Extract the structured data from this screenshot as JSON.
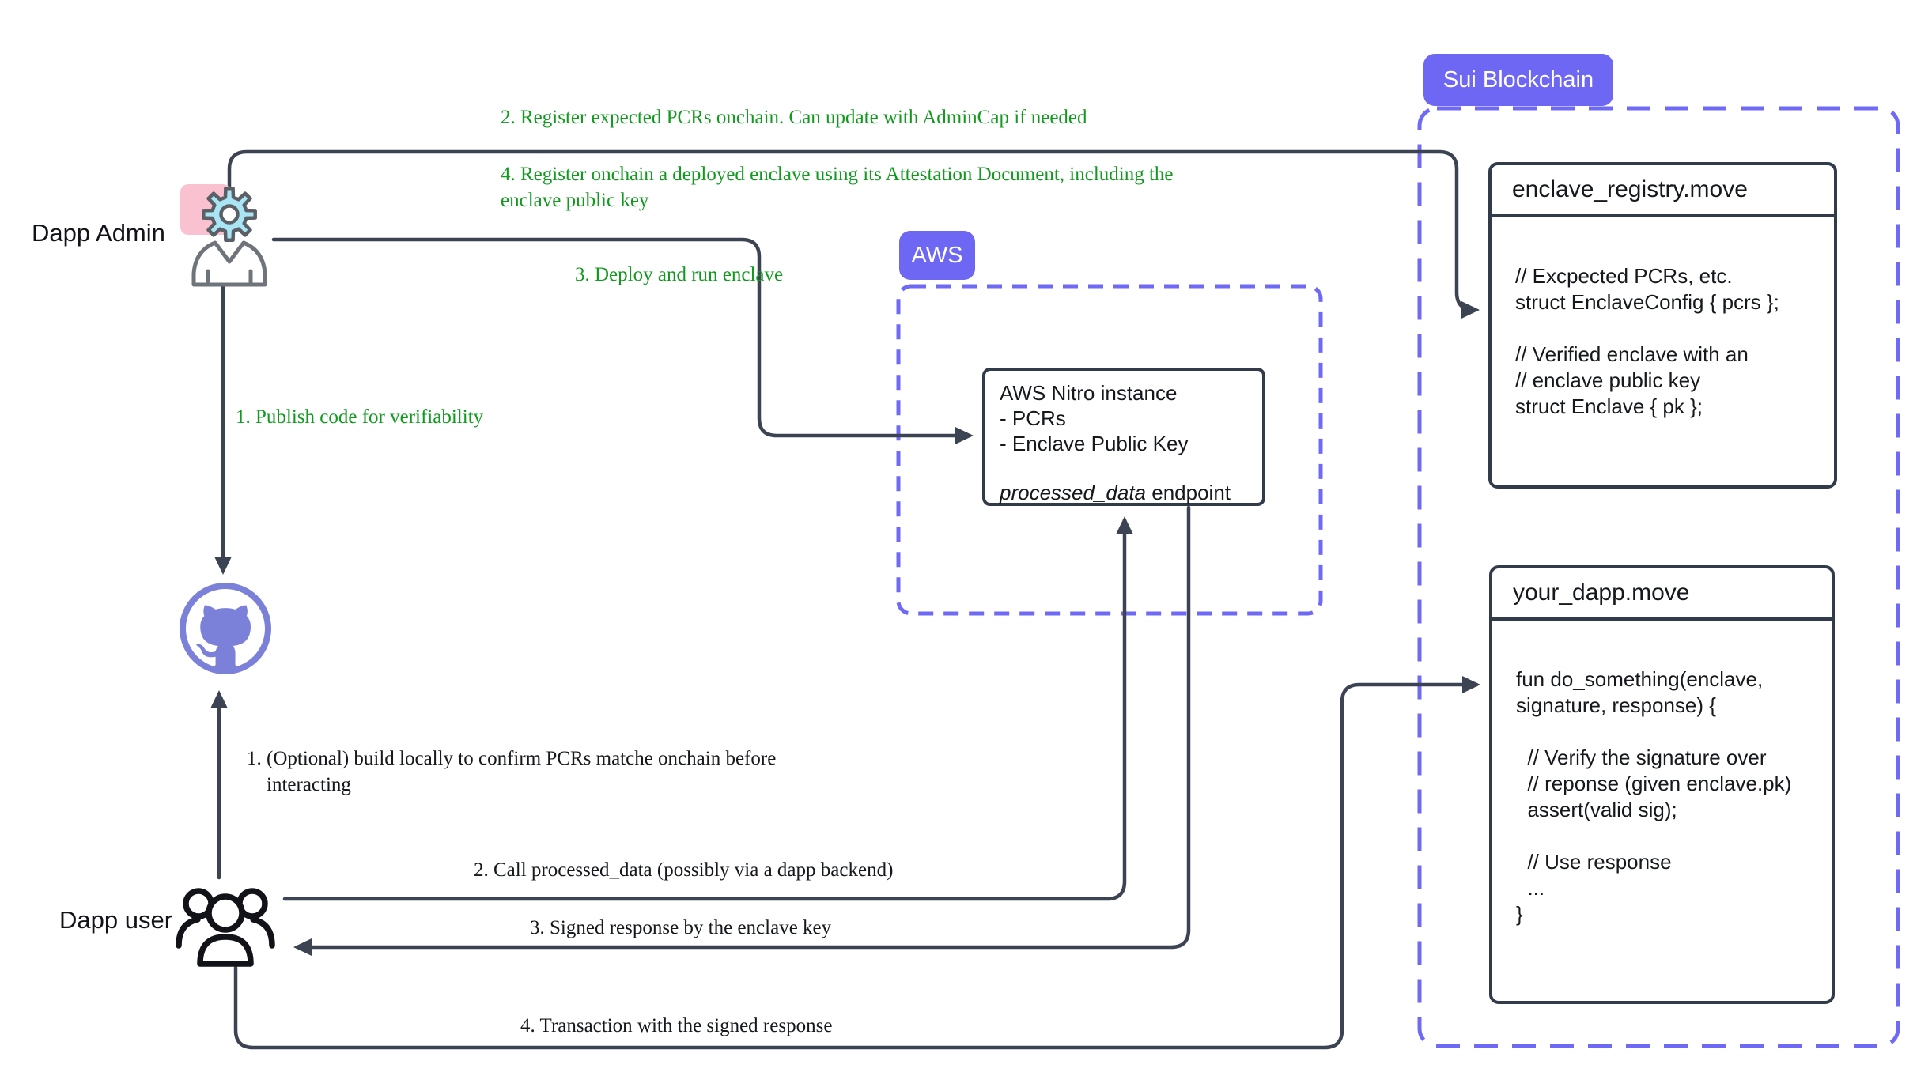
{
  "colors": {
    "annotation_green": "#129A1F",
    "purple_accent": "#6D67F4",
    "wire_dark": "#3C4453",
    "github_purple": "#7B80D9",
    "gear_blue": "#A9E5F5",
    "gear_pink": "#FAC2D0"
  },
  "admin": {
    "label": "Dapp Admin"
  },
  "user": {
    "label": "Dapp user"
  },
  "sui": {
    "badge": "Sui Blockchain",
    "registry": {
      "title": "enclave_registry.move",
      "code": "// Excpected PCRs, etc.\nstruct EnclaveConfig { pcrs };\n\n// Verified enclave with an\n// enclave public key\nstruct Enclave { pk };"
    },
    "dapp": {
      "title": "your_dapp.move",
      "code": "fun do_something(enclave,\nsignature, response) {\n\n  // Verify the signature over\n  // reponse (given enclave.pk)\n  assert(valid sig);\n\n  // Use response\n  ...\n}"
    }
  },
  "aws": {
    "badge": "AWS",
    "nitro": {
      "lines": "AWS Nitro instance\n- PCRs\n- Enclave Public Key",
      "endpoint_name": "processed_data",
      "endpoint_suffix": " endpoint"
    }
  },
  "admin_flow": {
    "publish": "1. Publish code for verifiability",
    "register_pcrs": "2. Register expected PCRs onchain. Can update with AdminCap if needed",
    "deploy": "3. Deploy and run enclave",
    "register_enclave": "4. Register onchain a deployed enclave using its Attestation Document, including the\nenclave public key"
  },
  "user_flow": {
    "build": "1. (Optional) build locally to confirm PCRs matche onchain before\n    interacting",
    "call": "2. Call processed_data (possibly via a dapp backend)",
    "signed": "3. Signed response by the enclave key",
    "transaction": "4. Transaction with the signed response"
  }
}
